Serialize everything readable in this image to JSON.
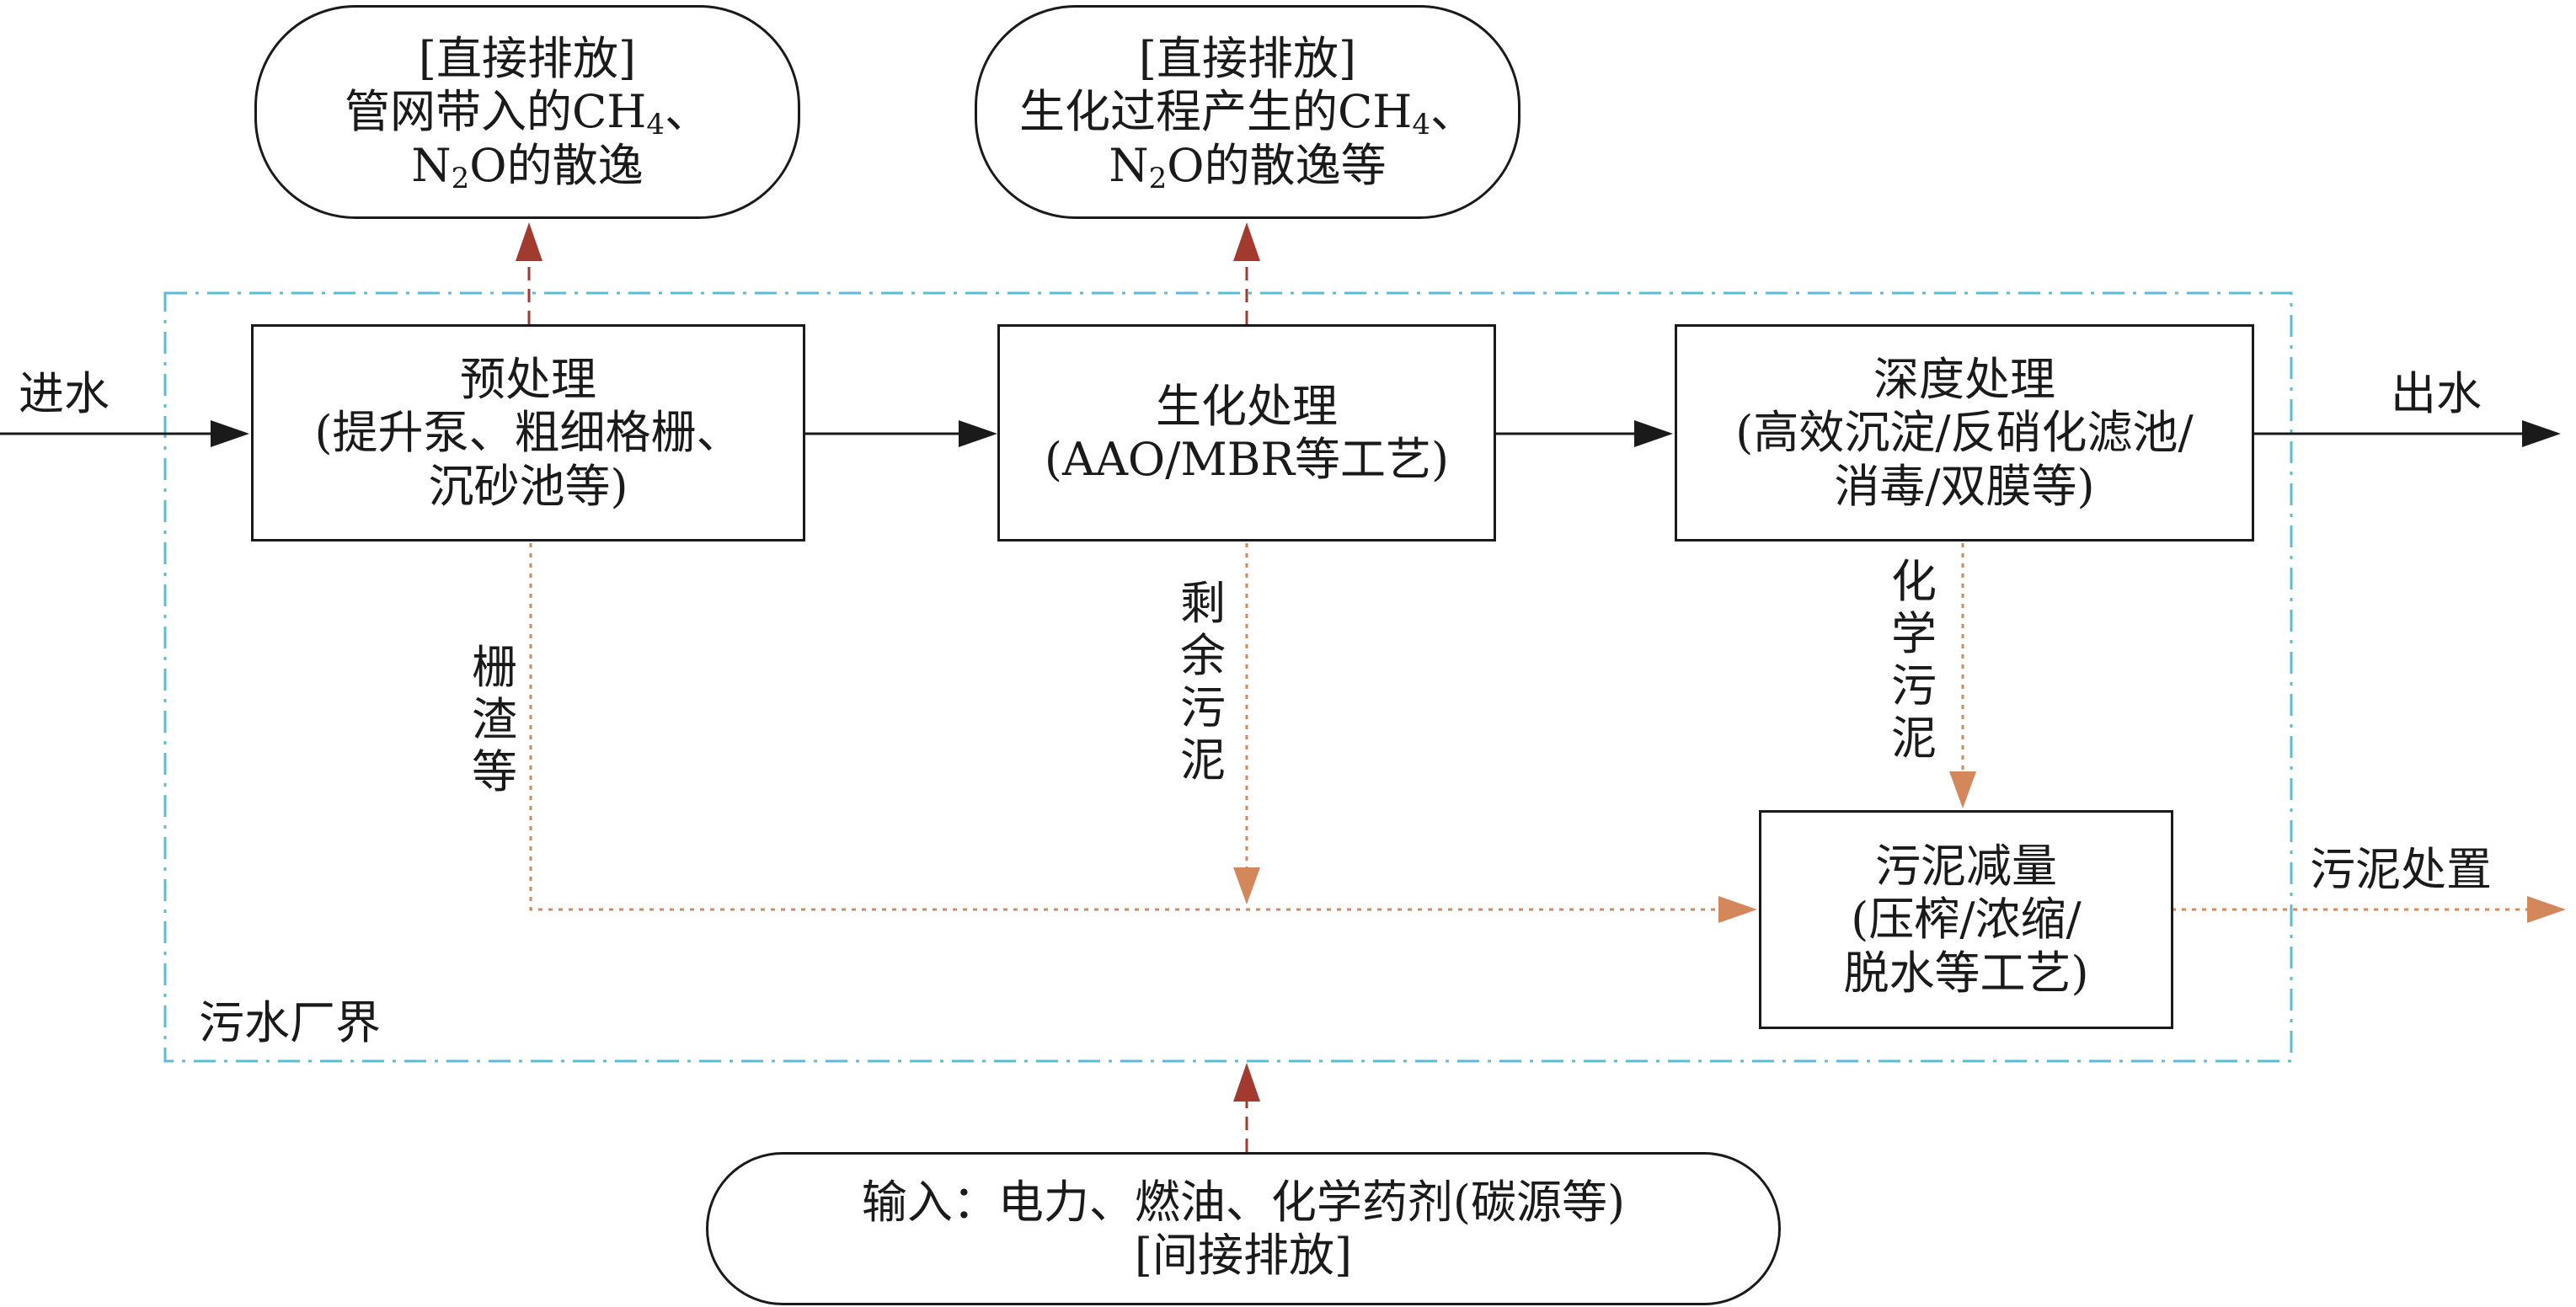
{
  "emission_boxes": {
    "pretreatment_emission": {
      "line1": "[直接排放]",
      "line2_prefix": "管网带入的CH",
      "line2_sub": "4",
      "line2_suffix": "、",
      "line3_prefix": "N",
      "line3_sub": "2",
      "line3_suffix": "O的散逸"
    },
    "biochem_emission": {
      "line1": "[直接排放]",
      "line2_prefix": "生化过程产生的CH",
      "line2_sub": "4",
      "line2_suffix": "、",
      "line3_prefix": "N",
      "line3_sub": "2",
      "line3_suffix": "O的散逸等"
    }
  },
  "process_boxes": {
    "pretreatment": {
      "title": "预处理",
      "line2": "(提升泵、粗细格栅、",
      "line3": "沉砂池等)"
    },
    "biochemical": {
      "title": "生化处理",
      "line2": "(AAO/MBR等工艺)"
    },
    "advanced": {
      "title": "深度处理",
      "line2": "(高效沉淀/反硝化滤池/",
      "line3": "消毒/双膜等)"
    },
    "sludge_reduction": {
      "title": "污泥减量",
      "line2": "(压榨/浓缩/",
      "line3": "脱水等工艺)"
    }
  },
  "input_box": {
    "line1": "输入：电力、燃油、化学药剂(碳源等)",
    "line2": "[间接排放]"
  },
  "labels": {
    "inflow": "进水",
    "outflow": "出水",
    "sludge_disposal": "污泥处置",
    "plant_boundary": "污水厂界",
    "screenings": [
      "栅",
      "渣",
      "等"
    ],
    "excess_sludge": [
      "剩",
      "余",
      "污",
      "泥"
    ],
    "chemical_sludge": [
      "化",
      "学",
      "污",
      "泥"
    ]
  },
  "colors": {
    "main_flow": "#1a1a1a",
    "sludge_flow": "#d4875a",
    "emission_flow": "#a33a30",
    "boundary": "#5bbcd6"
  }
}
